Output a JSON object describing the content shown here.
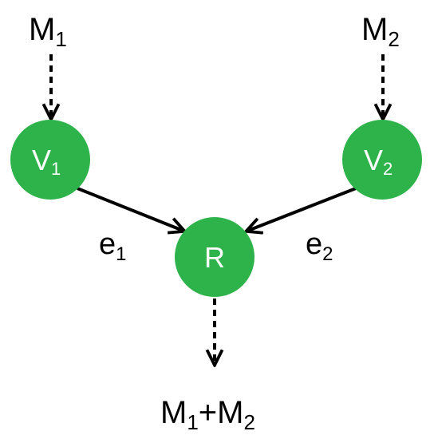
{
  "colors": {
    "node_fill": "#2db34a",
    "node_text": "#ffffff",
    "edge": "#000000",
    "label": "#000000"
  },
  "inputs": {
    "m1": {
      "base": "M",
      "sub": "1"
    },
    "m2": {
      "base": "M",
      "sub": "2"
    }
  },
  "nodes": {
    "v1": {
      "base": "V",
      "sub": "1"
    },
    "v2": {
      "base": "V",
      "sub": "2"
    },
    "r": {
      "label": "R"
    }
  },
  "edges": {
    "e1": {
      "base": "e",
      "sub": "1"
    },
    "e2": {
      "base": "e",
      "sub": "2"
    }
  },
  "output": {
    "term1": {
      "base": "M",
      "sub": "1"
    },
    "op": "+",
    "term2": {
      "base": "M",
      "sub": "2"
    }
  }
}
